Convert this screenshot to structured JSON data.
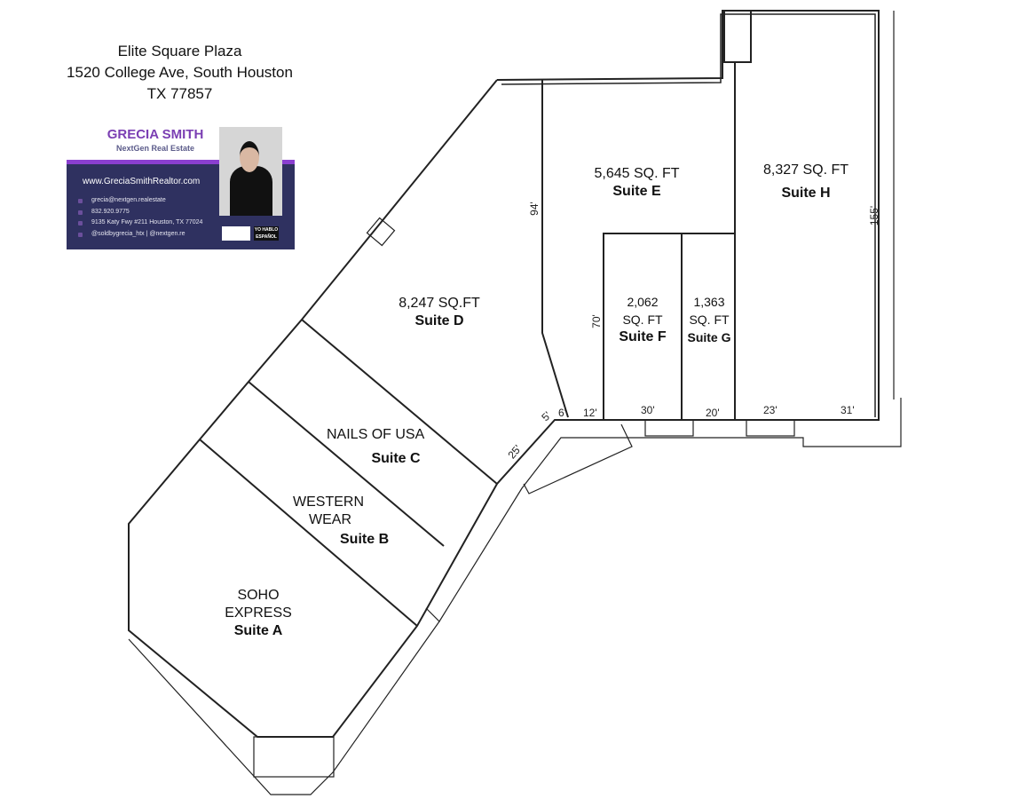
{
  "header": {
    "line1": "Elite Square Plaza",
    "line2": "1520 College Ave, South Houston",
    "line3": "TX 77857"
  },
  "card": {
    "name": "GRECIA SMITH",
    "company": "NextGen Real Estate",
    "website": "www.GreciaSmithRealtor.com",
    "email": "grecia@nextgen.realestate",
    "phone": "832.920.9775",
    "address": "9135 Katy Fwy #211 Houston, TX 77024",
    "social": "@soldbygrecia_htx | @nextgen.re",
    "badge": "YO HABLO ESPAÑOL",
    "colors": {
      "purple": "#7b3fb3",
      "navy": "#2f3160"
    }
  },
  "suites": [
    {
      "id": "A",
      "tenant_line1": "SOHO",
      "tenant_line2": "EXPRESS",
      "name": "Suite A"
    },
    {
      "id": "B",
      "tenant_line1": "WESTERN",
      "tenant_line2": "WEAR",
      "name": "Suite B"
    },
    {
      "id": "C",
      "tenant_line1": "NAILS OF USA",
      "name": "Suite C"
    },
    {
      "id": "D",
      "area": "8,247 SQ.FT",
      "name": "Suite D"
    },
    {
      "id": "E",
      "area": "5,645 SQ. FT",
      "name": "Suite E"
    },
    {
      "id": "F",
      "area_line1": "2,062",
      "area_line2": "SQ. FT",
      "name": "Suite F"
    },
    {
      "id": "G",
      "area_line1": "1,363",
      "area_line2": "SQ. FT",
      "name": "Suite G"
    },
    {
      "id": "H",
      "area": "8,327 SQ. FT",
      "name": "Suite H"
    }
  ],
  "dimensions": {
    "d94": "94'",
    "d70": "70'",
    "d155": "155'",
    "d5": "5'",
    "d6": "6'",
    "d12": "12'",
    "d30": "30'",
    "d20": "20'",
    "d23": "23'",
    "d31": "31'",
    "d25": "25'"
  }
}
